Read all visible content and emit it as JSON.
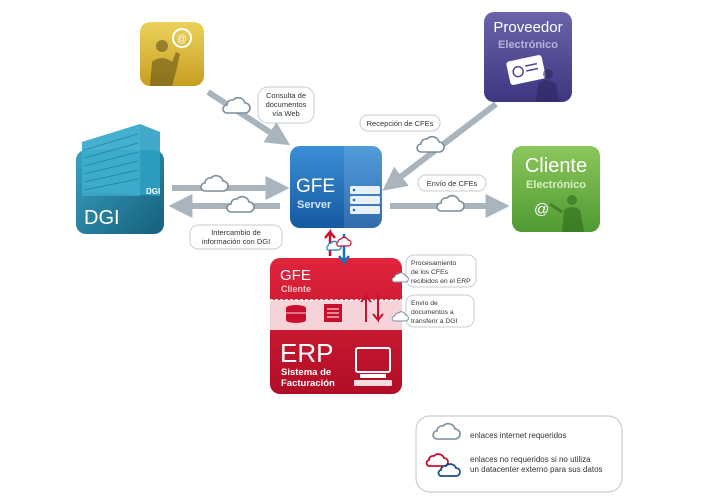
{
  "nodes": {
    "web_user": {
      "icon": "web-user-icon"
    },
    "proveedor": {
      "line1": "Proveedor",
      "line2": "Electrónico",
      "icon": "certificate-card-icon"
    },
    "dgi": {
      "label": "DGI",
      "logo": "DGI",
      "icon": "office-building-icon"
    },
    "gfe_server": {
      "line1": "GFE",
      "line2": "Server",
      "icon": "server-rack-icon"
    },
    "cliente": {
      "line1": "Cliente",
      "line2": "Electrónico",
      "icon": "at-user-icon"
    },
    "gfe_cliente": {
      "line1": "GFE",
      "line2": "Cliente"
    },
    "erp": {
      "title": "ERP",
      "line1": "Sistema de",
      "line2": "Facturación"
    }
  },
  "edges": {
    "consulta": {
      "line1": "Consulta de",
      "line2": "documentos",
      "line3": "vía Web"
    },
    "recepcion": {
      "label": "Recepción de CFEs"
    },
    "envio": {
      "label": "Envío de CFEs"
    },
    "intercambio": {
      "line1": "Intercambio de",
      "line2": "información con DGI"
    },
    "procesamiento": {
      "line1": "Procesamiento",
      "line2": "de los CFEs",
      "line3": "recibidos en el ERP"
    },
    "envio_docs": {
      "line1": "Envío de",
      "line2": "documentos a",
      "line3": "transferir a DGI"
    }
  },
  "legend": {
    "item1": "enlaces internet requeridos",
    "item2_line1": "enlaces no requeridos si no utiliza",
    "item2_line2": "un datacenter externo para sus datos"
  },
  "colors": {
    "yellow": "#d8b53a",
    "purple": "#4f4891",
    "dgi_blue": "#1e7f9c",
    "server_blue": "#1a6fbd",
    "green": "#6eb145",
    "red": "#c8102e",
    "arrow_gray": "#a9b4bd",
    "cloud_stroke": "#7a8e9c"
  }
}
